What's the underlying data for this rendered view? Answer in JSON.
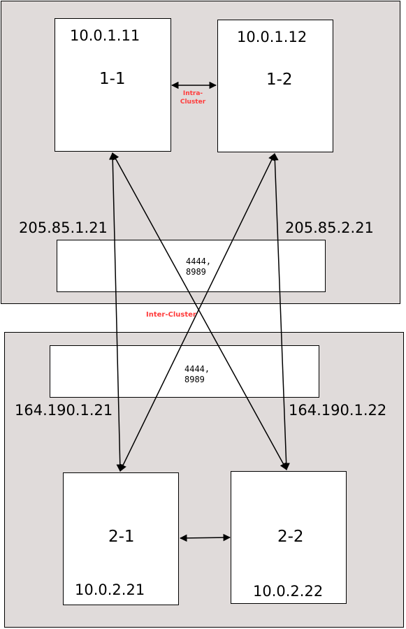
{
  "clusters": {
    "top": {
      "nodes": [
        {
          "id": "1-1",
          "ip": "10.0.1.11"
        },
        {
          "id": "1-2",
          "ip": "10.0.1.12"
        }
      ],
      "public_ips": [
        "205.85.1.21",
        "205.85.2.21"
      ],
      "ports": "4444,\n8989"
    },
    "bottom": {
      "nodes": [
        {
          "id": "2-1",
          "ip": "10.0.2.21"
        },
        {
          "id": "2-2",
          "ip": "10.0.2.22"
        }
      ],
      "public_ips": [
        "164.190.1.21",
        "164.190.1.22"
      ],
      "ports": "4444,\n8989"
    }
  },
  "labels": {
    "intra_cluster_top": "Intra-",
    "intra_cluster_bottom": "Cluster",
    "inter_cluster": "Inter-Cluster"
  },
  "colors": {
    "cluster_fill": "#e0dbda",
    "label_red": "#ff3b3b"
  }
}
